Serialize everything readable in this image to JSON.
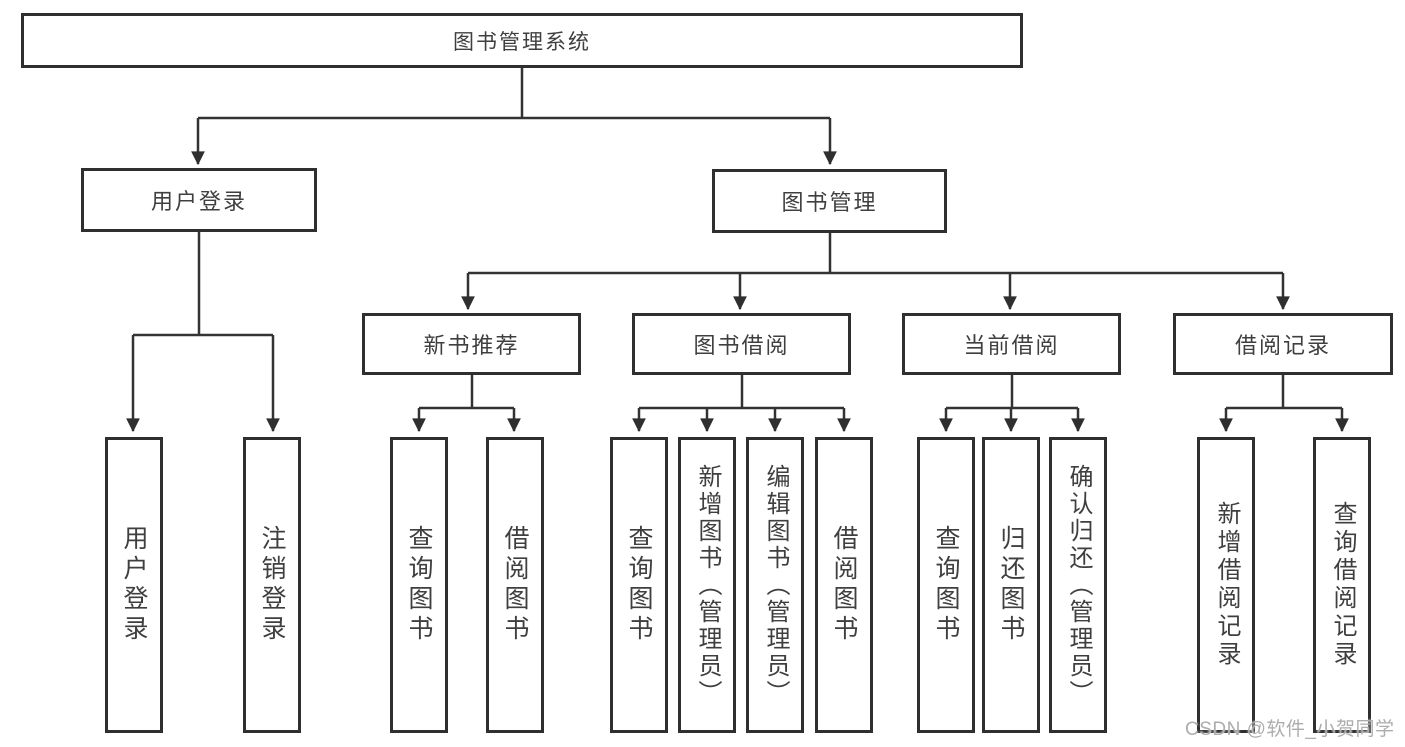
{
  "diagram": {
    "title_node": {
      "label": "图书管理系统"
    },
    "level2": [
      {
        "id": "user-login",
        "label": "用户登录"
      },
      {
        "id": "book-management",
        "label": "图书管理"
      }
    ],
    "level3": [
      {
        "id": "new-book-recommendation",
        "label": "新书推荐"
      },
      {
        "id": "book-borrowing",
        "label": "图书借阅"
      },
      {
        "id": "current-borrowing",
        "label": "当前借阅"
      },
      {
        "id": "borrowing-records",
        "label": "借阅记录"
      }
    ],
    "leaves": {
      "user_login": [
        {
          "label": "用户登录"
        },
        {
          "label": "注销登录"
        }
      ],
      "new_book": [
        {
          "label": "查询图书"
        },
        {
          "label": "借阅图书"
        }
      ],
      "book_borrow": [
        {
          "label": "查询图书"
        },
        {
          "label": "新增图书（管理员）"
        },
        {
          "label": "编辑图书（管理员）"
        },
        {
          "label": "借阅图书"
        }
      ],
      "current_borrow": [
        {
          "label": "查询图书"
        },
        {
          "label": "归还图书"
        },
        {
          "label": "确认归还（管理员）"
        }
      ],
      "borrow_records": [
        {
          "label": "新增借阅记录"
        },
        {
          "label": "查询借阅记录"
        }
      ]
    }
  },
  "watermark": {
    "text": "CSDN @软件_小贺同学"
  },
  "colors": {
    "line": "#333333",
    "box_border": "#2f2f2f",
    "text": "#3f3f3f",
    "watermark": "#adadad",
    "background": "#ffffff"
  }
}
